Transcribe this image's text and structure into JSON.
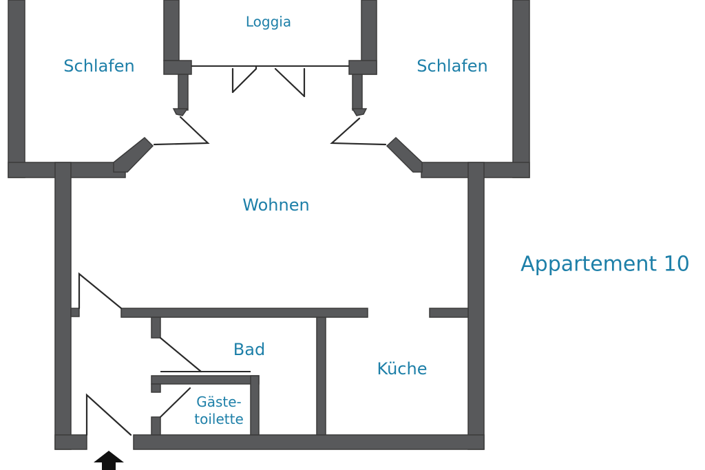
{
  "plan": {
    "title": "Appartement 10",
    "rooms": {
      "loggia": "Loggia",
      "schlafen_left": "Schlafen",
      "schlafen_right": "Schlafen",
      "wohnen": "Wohnen",
      "bad": "Bad",
      "kueche": "Küche",
      "gaeste_line1": "Gäste-",
      "gaeste_line2": "toilette"
    },
    "colors": {
      "wall": "#58595b",
      "label": "#1d7fa8"
    },
    "icons": {
      "entrance": "entrance-arrow-icon"
    }
  }
}
